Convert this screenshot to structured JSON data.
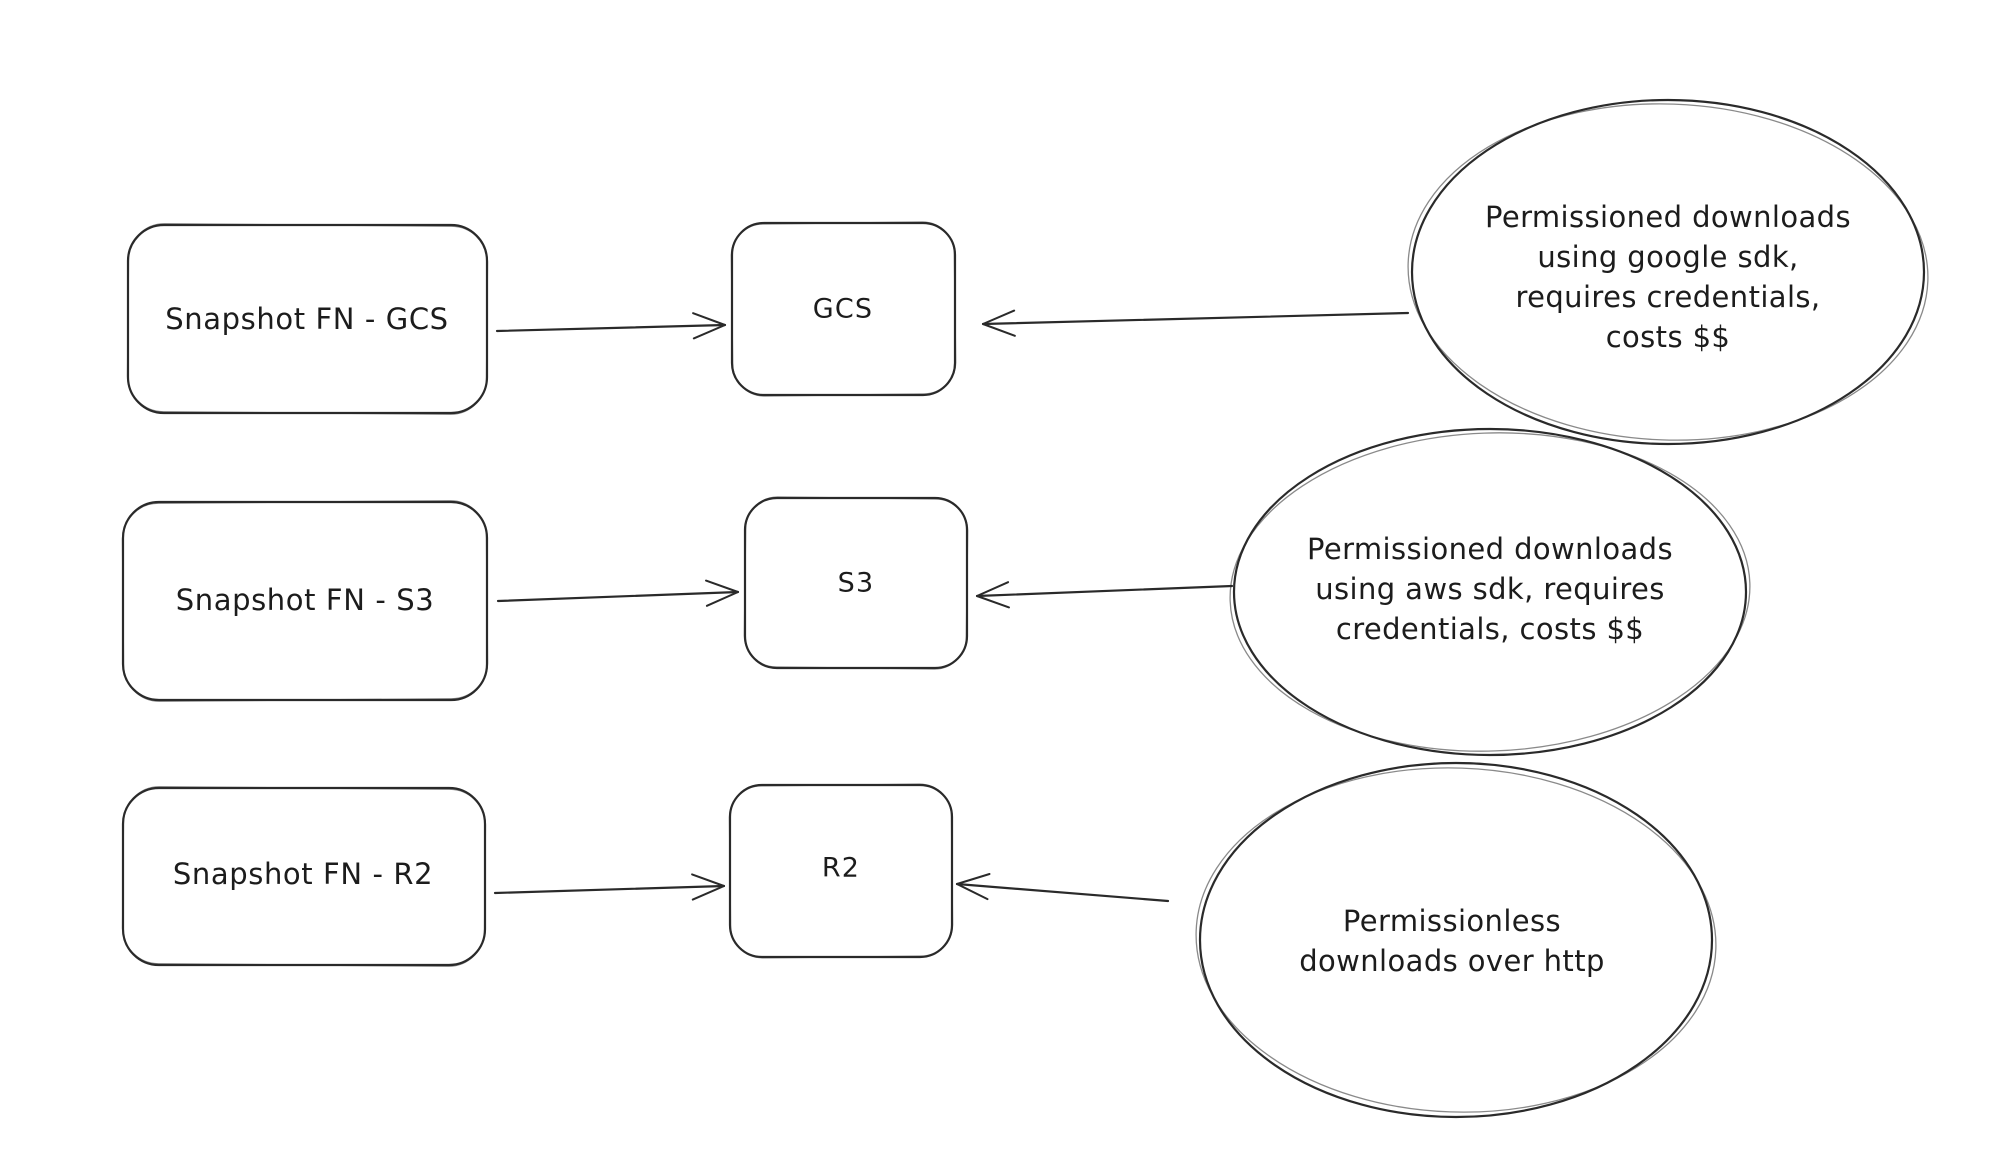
{
  "diagram": {
    "colors": {
      "background": "#ffffff",
      "stroke": "#2a2a2a",
      "text": "#1c1c1c"
    },
    "rows": [
      {
        "source": "Snapshot FN - GCS",
        "target": "GCS",
        "note_lines": [
          "Permissioned downloads",
          "using google sdk,",
          "requires credentials,",
          "costs $$"
        ]
      },
      {
        "source": "Snapshot FN - S3",
        "target": "S3",
        "note_lines": [
          "Permissioned downloads",
          "using aws sdk, requires",
          "credentials, costs $$"
        ]
      },
      {
        "source": "Snapshot FN - R2",
        "target": "R2",
        "note_lines": [
          "Permissionless",
          "downloads over http"
        ]
      }
    ]
  }
}
